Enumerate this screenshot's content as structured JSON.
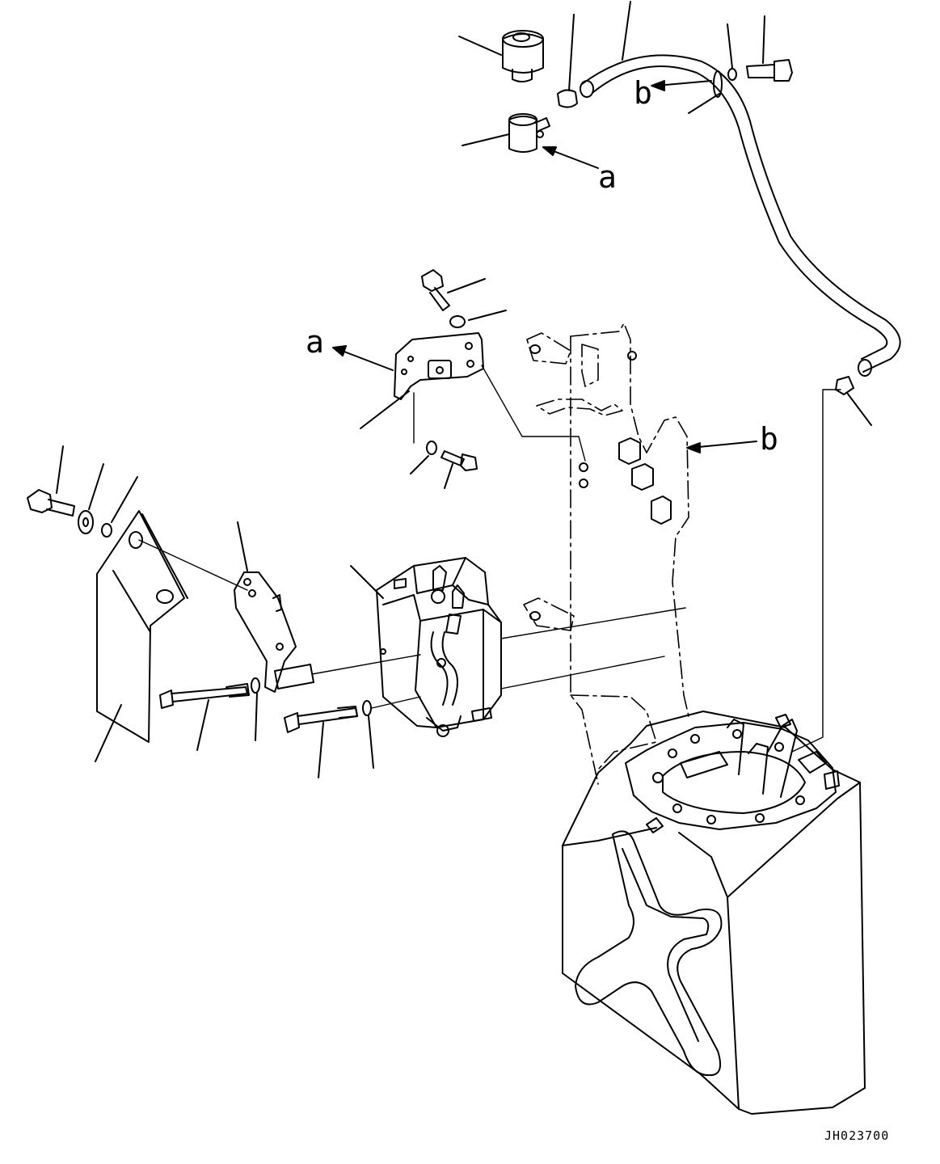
{
  "drawing": {
    "code": "JH023700",
    "ref_letters": {
      "a_top": "a",
      "b_top": "b",
      "a_mid": "a",
      "b_mid": "b"
    }
  },
  "colors": {
    "line": "#000000",
    "background": "#ffffff"
  },
  "parts": [
    "bushing",
    "clamp",
    "hose-clip",
    "fuel-hose",
    "washer",
    "bolt",
    "mounting-bracket",
    "bracket",
    "guard-plate",
    "solenoid-valve",
    "frame",
    "tank"
  ]
}
